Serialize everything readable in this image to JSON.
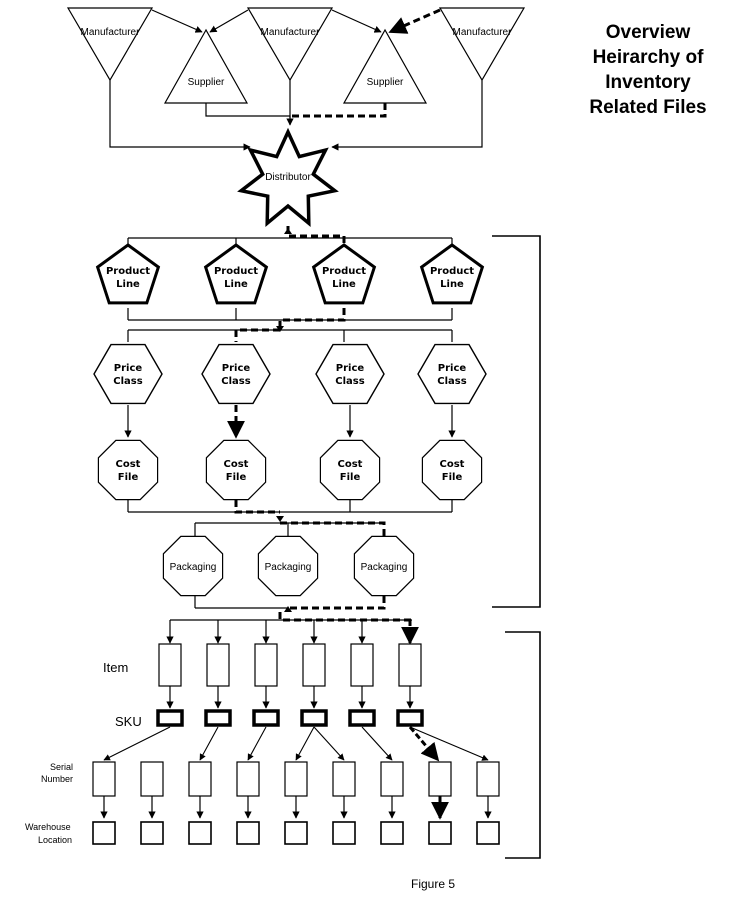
{
  "title": [
    "Overview",
    "Heirarchy of",
    "Inventory",
    "Related Files"
  ],
  "labels": {
    "manufacturer": "Manufacturer",
    "supplier": "Supplier",
    "distributor": "Distributor",
    "product_line": [
      "Product",
      "Line"
    ],
    "price_class": [
      "Price",
      "Class"
    ],
    "cost_file": [
      "Cost",
      "File"
    ],
    "packaging": "Packaging",
    "item": "Item",
    "sku": "SKU",
    "serial_number": [
      "Serial",
      "Number"
    ],
    "warehouse_location": [
      "Warehouse",
      "Location"
    ]
  },
  "caption": "Figure 5"
}
